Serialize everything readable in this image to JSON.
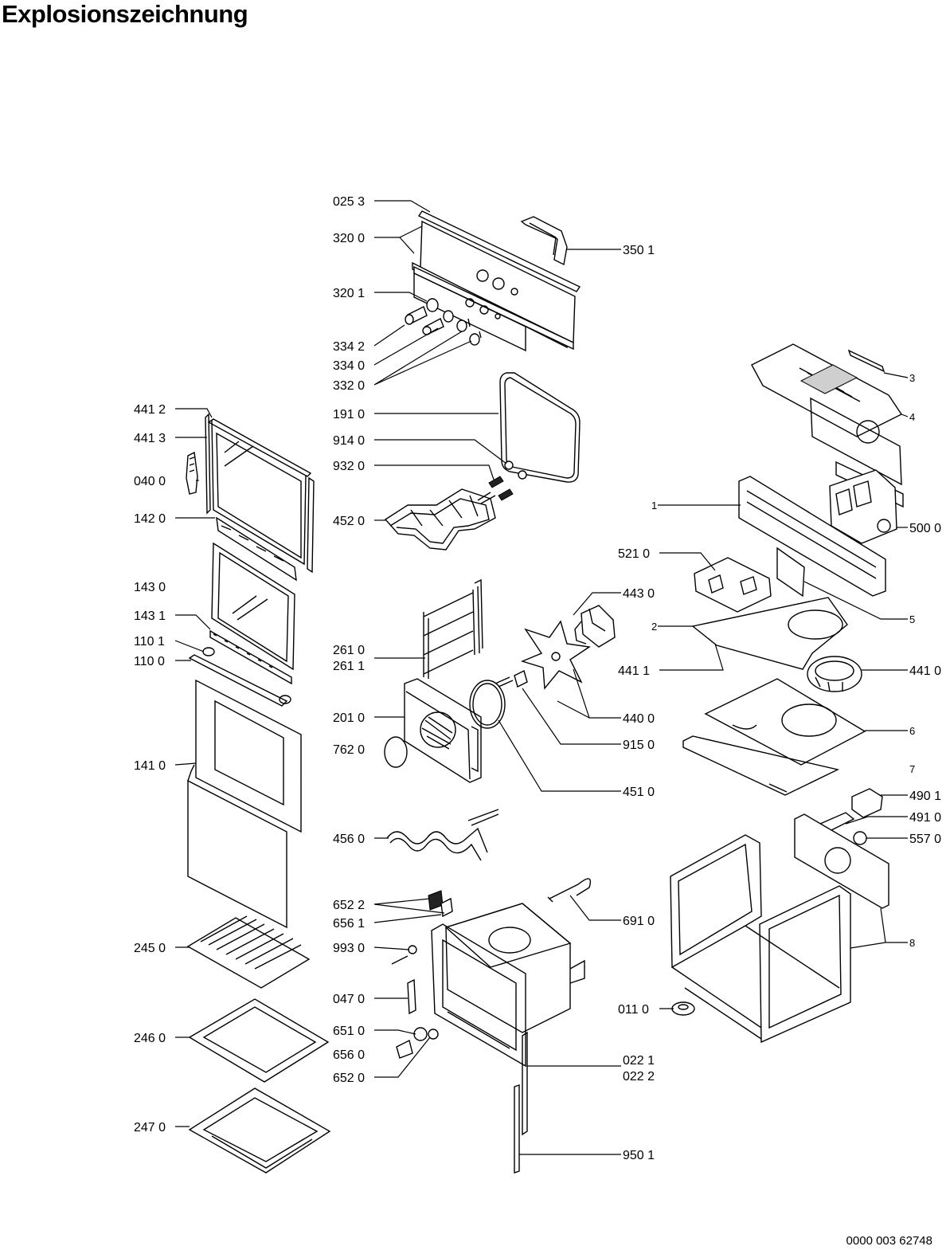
{
  "title": "Explosionszeichnung",
  "document_number": "0000 003 62748",
  "callouts": {
    "c0253": "025 3",
    "c3200": "320 0",
    "c3501": "350 1",
    "c3201": "320 1",
    "c3342": "334 2",
    "c3340": "334 0",
    "c3320": "332 0",
    "c1910": "191 0",
    "c9140": "914 0",
    "c9320": "932 0",
    "c4520": "452 0",
    "c4412": "441 2",
    "c4413": "441 3",
    "c0400": "040 0",
    "c1420": "142 0",
    "c1430": "143 0",
    "c1431": "143 1",
    "c1101": "110 1",
    "c1100": "110 0",
    "c1410": "141 0",
    "c2450": "245 0",
    "c2460": "246 0",
    "c2470": "247 0",
    "c2610": "261 0",
    "c2611": "261 1",
    "c2010": "201 0",
    "c7620": "762 0",
    "c4560": "456 0",
    "c6522a": "652 2",
    "c6561": "656 1",
    "c9930": "993 0",
    "c0470": "047 0",
    "c6510": "651 0",
    "c6560": "656 0",
    "c6520": "652 0",
    "c4430": "443 0",
    "c4400": "440 0",
    "c9150": "915 0",
    "c4510": "451 0",
    "c6910": "691 0",
    "c0221": "022 1",
    "c0222": "022 2",
    "c9501": "950 1",
    "c5210": "521 0",
    "c4411": "441 1",
    "c0110": "011 0",
    "c5000": "500 0",
    "c4410": "441 0",
    "c4901": "490 1",
    "c4910": "491 0",
    "c5570": "557 0",
    "n1": "1",
    "n2": "2",
    "n3": "3",
    "n4": "4",
    "n5": "5",
    "n6": "6",
    "n7": "7",
    "n8": "8"
  }
}
